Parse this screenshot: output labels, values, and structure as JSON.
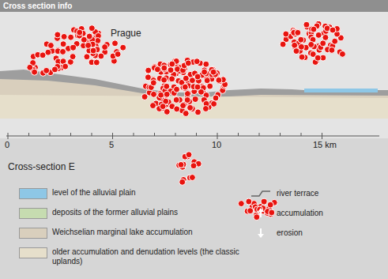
{
  "diagram": {
    "title": "Cross section info",
    "labels": [
      "Prague",
      "0",
      "5",
      "10",
      "15 km",
      "Cross-section E"
    ],
    "legend": [
      {
        "text": "level of the alluvial plain",
        "color": "#8ec7e6"
      },
      {
        "text": "deposits of the former alluvial plains",
        "color": "#c6dcb0"
      },
      {
        "text": "Weichselian marginal lake accumulation",
        "color": "#d9cfbd"
      },
      {
        "text": "older accumulation and denudation levels (the classic uplands)",
        "color": "#e6dfcb"
      },
      {
        "text": "river terrace"
      },
      {
        "text": "accumulation"
      },
      {
        "text": "erosion"
      }
    ]
  }
}
